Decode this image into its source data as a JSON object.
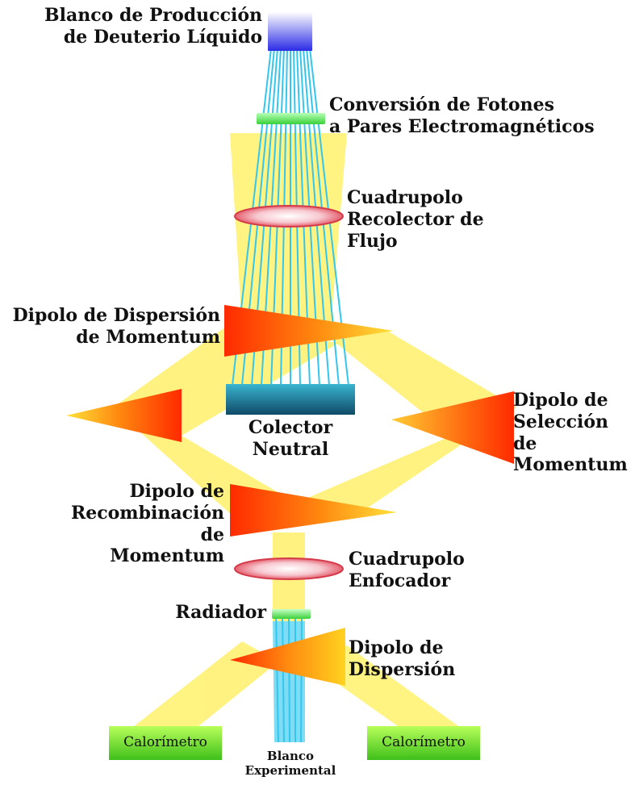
{
  "labels": {
    "target": "Blanco de Producción\nde Deuterio Líquido",
    "conversion": "Conversión de Fotones\na Pares Electromagnéticos",
    "quad_collector": "Cuadrupolo\nRecolector de\nFlujo",
    "dipole_dispersion_momentum": "Dipolo de Dispersión\nde Momentum",
    "neutral_collector": "Colector\nNeutral",
    "dipole_selection": "Dipolo de\nSelección de\nMomentum",
    "dipole_recombination": "Dipolo de\nRecombinación de\nMomentum",
    "quad_focus": "Cuadrupolo\nEnfocador",
    "radiator": "Radiador",
    "dipole_dispersion": "Dipolo de\nDispersión",
    "calorimeter_left": "Calorímetro",
    "calorimeter_right": "Calorímetro",
    "experimental_target": "Blanco\nExperimental"
  },
  "colors": {
    "beam_cyan": "#33ccee",
    "beam_yellow": "#fff27a",
    "magnet_red": "#ff2a00",
    "magnet_yellow": "#ffd21f",
    "lens_fill": "#f7c0c8",
    "lens_stroke": "#d43a4a",
    "target_blue": "#3a3ae8",
    "converter_green": "#66ee66",
    "collector_teal": "#1f8fa8",
    "calorimeter_green": "#66e023"
  }
}
